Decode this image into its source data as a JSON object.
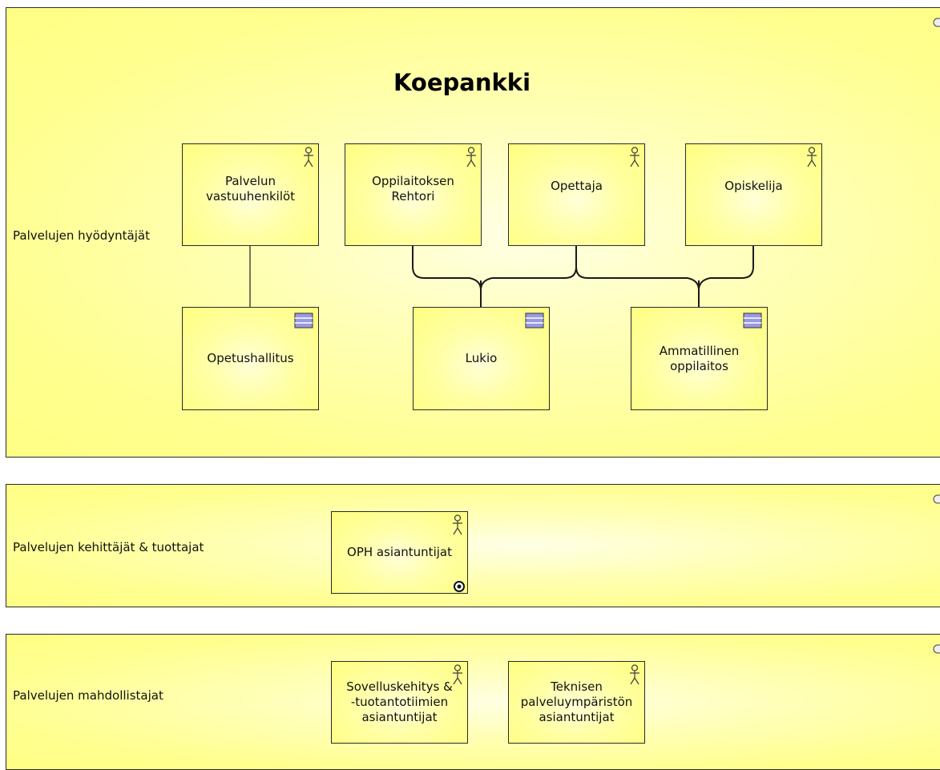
{
  "diagram": {
    "title": "Koepankki",
    "groups": [
      {
        "label": "Palvelujen hyödyntäjät",
        "nodes": [
          {
            "label": "Palvelun\nvastuuhenkilöt",
            "icon": "actor-icon"
          },
          {
            "label": "Oppilaitoksen\nRehtori",
            "icon": "actor-icon"
          },
          {
            "label": "Opettaja",
            "icon": "actor-icon"
          },
          {
            "label": "Opiskelija",
            "icon": "actor-icon"
          },
          {
            "label": "Opetushallitus",
            "icon": "organization-icon"
          },
          {
            "label": "Lukio",
            "icon": "organization-icon"
          },
          {
            "label": "Ammatillinen\noppilaitos",
            "icon": "organization-icon"
          }
        ]
      },
      {
        "label": "Palvelujen kehittäjät & tuottajat",
        "nodes": [
          {
            "label": "OPH asiantuntijat",
            "icon": "actor-icon",
            "badge": "link-badge-icon"
          }
        ]
      },
      {
        "label": "Palvelujen mahdollistajat",
        "nodes": [
          {
            "label": "Sovelluskehitys &\n-tuotantotiimien\nasiantuntijat",
            "icon": "actor-icon"
          },
          {
            "label": "Teknisen\npalveluympäristön\nasiantuntijat",
            "icon": "actor-icon"
          }
        ]
      }
    ],
    "group_icon": "grouping-icon",
    "colors": {
      "fill": "#ffff85",
      "border": "#2b2b2b",
      "org_icon": "#8a8ad8"
    }
  }
}
